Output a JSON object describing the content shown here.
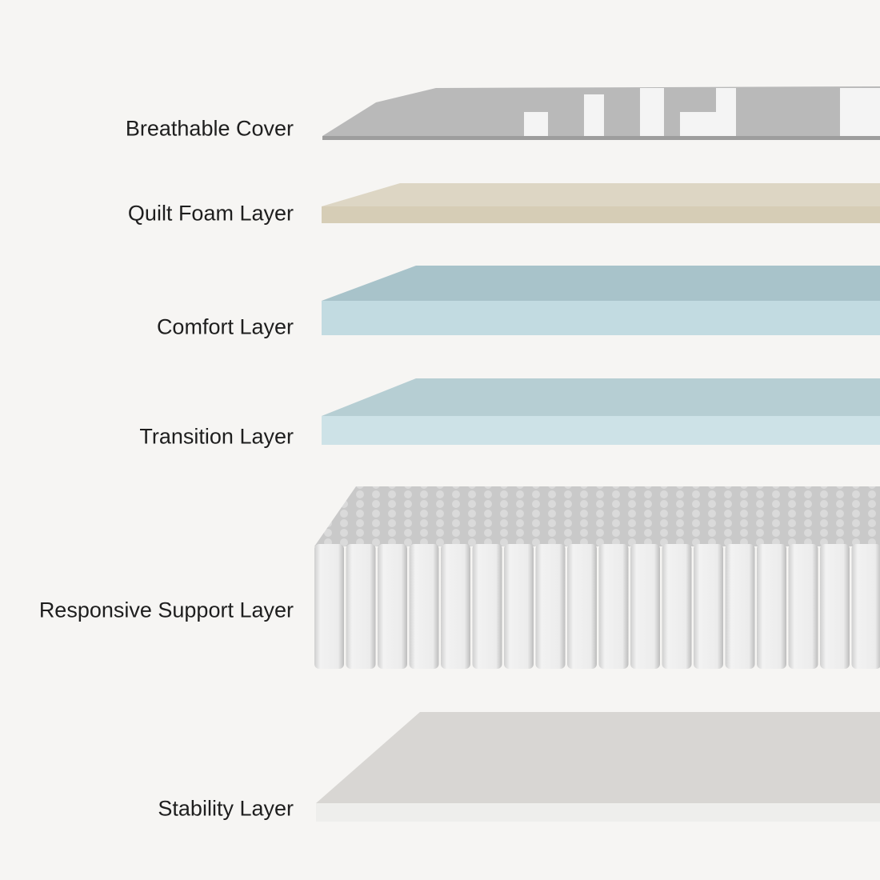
{
  "layers": [
    {
      "label": "Breathable Cover",
      "color": "#b9b9b9"
    },
    {
      "label": "Quilt Foam Layer",
      "color": "#ddd5c2"
    },
    {
      "label": "Comfort Layer",
      "color": "#bdd6dc"
    },
    {
      "label": "Transition Layer",
      "color": "#c7dde2"
    },
    {
      "label": "Responsive Support Layer",
      "color": "#e6e6e6"
    },
    {
      "label": "Stability Layer",
      "color": "#dcdad7"
    }
  ]
}
